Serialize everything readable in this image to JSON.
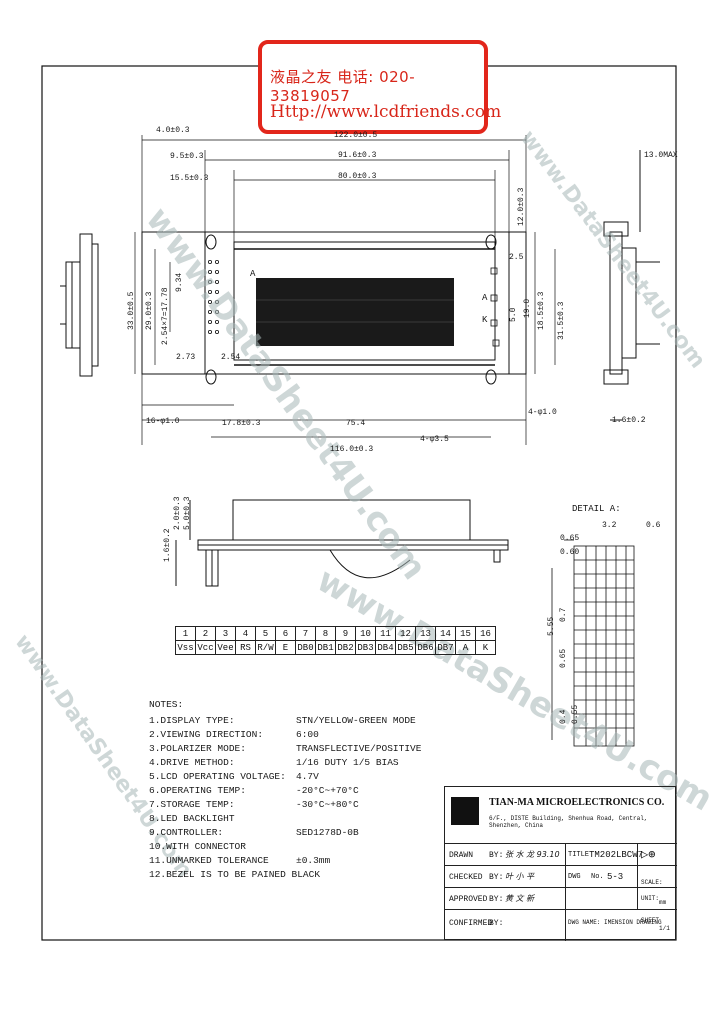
{
  "banner": {
    "line1": "液晶之友 电话: 020-33819057",
    "line2": "Http://www.lcdfriends.com"
  },
  "watermarks": [
    "www.DataSheet4U.com",
    "www.DataSheet4U.com",
    "www.DataSheet4U.com",
    "www.DataSheet4U.com"
  ],
  "dims": {
    "d_4": "4.0±0.3",
    "d_9_5": "9.5±0.3",
    "d_15": "15.5±0.3",
    "d_top_total": "122.0±0.5",
    "d_91": "91.6±0.3",
    "d_80": "80.0±0.3",
    "d_33": "33.0±0.5",
    "d_29": "29.0±0.3",
    "d_pitch": "2.54×7=17.78",
    "d_9_34": "9.34",
    "d_2_73": "2.73",
    "d_2_54": "2.54",
    "d_12": "12.0±0.3",
    "d_2_5": "2.5",
    "d_5_0": "5.0",
    "d_19": "19.0",
    "d_18_5": "18.5±0.3",
    "d_31_5": "31.5±0.3",
    "d_16_41": "16-φ1.0",
    "d_17_8": "17.8±0.3",
    "d_75_4": "75.4",
    "d_116": "116.0±0.3",
    "d_4_43": "4-φ3.5",
    "d_4_10": "4-φ1.0",
    "d_side_top": "13.0MAX",
    "d_side_bot": "1.6±0.2",
    "d_front_a": "2.0±0.3",
    "d_front_b": "5.0±0.3",
    "d_front_c": "1.6±0.2",
    "label_A": "A",
    "label_K": "K",
    "label_A2": "A"
  },
  "detail": {
    "title": "DETAIL A:",
    "d_3_2": "3.2",
    "d_0_6": "0.6",
    "d_0_65a": "0.65",
    "d_0_65b": "0.60",
    "d_5_55": "5.55",
    "d_0_7": "0.7",
    "d_0_65c": "0.65",
    "d_0_4": "0.4",
    "d_0_55": "0.55"
  },
  "pins": {
    "numbers": [
      "1",
      "2",
      "3",
      "4",
      "5",
      "6",
      "7",
      "8",
      "9",
      "10",
      "11",
      "12",
      "13",
      "14",
      "15",
      "16"
    ],
    "names": [
      "Vss",
      "Vcc",
      "Vee",
      "RS",
      "R/W",
      "E",
      "DB0",
      "DB1",
      "DB2",
      "DB3",
      "DB4",
      "DB5",
      "DB6",
      "DB7",
      "A",
      "K"
    ]
  },
  "notes": {
    "heading": "NOTES:",
    "items": [
      {
        "label": "1.DISPLAY TYPE:",
        "value": "STN/YELLOW-GREEN MODE"
      },
      {
        "label": "2.VIEWING DIRECTION:",
        "value": "6:00"
      },
      {
        "label": "3.POLARIZER MODE:",
        "value": "TRANSFLECTIVE/POSITIVE"
      },
      {
        "label": "4.DRIVE METHOD:",
        "value": "1/16 DUTY 1/5 BIAS"
      },
      {
        "label": "5.LCD OPERATING VOLTAGE:",
        "value": "4.7V"
      },
      {
        "label": "6.OPERATING TEMP:",
        "value": "-20°C~+70°C"
      },
      {
        "label": "7.STORAGE TEMP:",
        "value": "-30°C~+80°C"
      },
      {
        "label": "8.LED BACKLIGHT",
        "value": ""
      },
      {
        "label": "9.CONTROLLER:",
        "value": "SED1278D-0B"
      },
      {
        "label": "10.WITH CONNECTOR",
        "value": ""
      },
      {
        "label": "11.UNMARKED TOLERANCE",
        "value": "±0.3mm"
      },
      {
        "label": "12.BEZEL IS TO BE PAINED BLACK",
        "value": ""
      }
    ]
  },
  "titleblock": {
    "company": "TIAN-MA MICROELECTRONICS CO.",
    "address": "6/F., DISTE Building, Shenhua Road, Central, Shenzhen, China",
    "drawn": "DRAWN",
    "checked": "CHECKED",
    "approved": "APPROVED",
    "confirmed": "CONFIRMED",
    "by": "BY:",
    "sig1": "张 水 龙 93.10",
    "sig2": "叶 小 平",
    "sig3": "黄 文 新",
    "title_label": "TITLE",
    "title_value": "TM202LBCW7",
    "dwg_label": "DWG",
    "no_label": "No.",
    "no_value": "5-3",
    "scale": "SCALE:",
    "unit": "UNIT:",
    "unit_value": "mm",
    "dwg_name": "DWG NAME: IMENSION DRAWING",
    "sheet": "SHEET",
    "sheet_value": "1/1"
  }
}
